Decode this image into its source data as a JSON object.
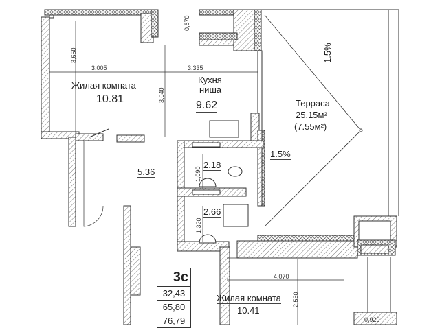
{
  "rooms": [
    {
      "name": "Жилая комната",
      "area": "10.81"
    },
    {
      "name": "Кухня",
      "name2": "ниша",
      "area": "9.62"
    },
    {
      "name": "Терраса",
      "area": "25.15м²",
      "area_reduced": "(7.55м²)"
    },
    {
      "area": "5.36"
    },
    {
      "area": "2.18"
    },
    {
      "area": "2.66"
    },
    {
      "name": "Жилая комната",
      "area": "10.41"
    }
  ],
  "slopes": [
    "1.5%",
    "1.5%"
  ],
  "dimensions": [
    "3,650",
    "3,005",
    "3,335",
    "3,040",
    "0,670",
    "1,090",
    "1,320",
    "4,070",
    "2,560",
    "0,920"
  ],
  "apartment": {
    "type": "3с",
    "living_area": "32,43",
    "total_area": "65,80",
    "total_with_terrace": "76,79"
  }
}
